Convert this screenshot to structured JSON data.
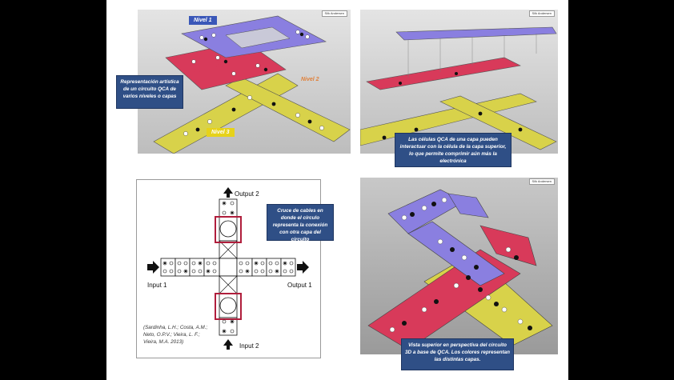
{
  "panels": {
    "top_left": {
      "watermark": "Silk Andersen",
      "level1_label": "Nivel 1",
      "level2_label": "Nivel 2",
      "level3_label": "Nivel 3",
      "caption": "Representación artística de un circuito QCA de varios niveles o capas"
    },
    "top_right": {
      "watermark": "Silk Andersen",
      "caption": "Las células QCA de una capa pueden interactuar con la célula de la capa superior, lo que permite comprimir aún más la electrónica"
    },
    "bottom_left": {
      "output2_label": "Output 2",
      "input1_label": "Input 1",
      "output1_label": "Output 1",
      "input2_label": "Input 2",
      "reference": "(Sardinha, L.H.; Costa, A.M.; Neto, O.P.V.; Vieira, L. F.; Vieira, M.A. 2013)",
      "caption": "Cruce de cables en donde el círculo representa la conexión con otra capa del circuito"
    },
    "bottom_right": {
      "watermark": "Silk Andersen",
      "caption": "Vista superior en perspectiva del circuito 3D a base de QCA. Los colores representan las distintas capas."
    }
  },
  "colors": {
    "level1": "#8a7fe0",
    "level2": "#d83a5a",
    "level3": "#d8d24a",
    "caption_bg": "#2f4f86",
    "level1_label_bg": "#3a57b8",
    "level2_label_color": "#e0803a",
    "level3_label_bg": "#e6d21a"
  }
}
